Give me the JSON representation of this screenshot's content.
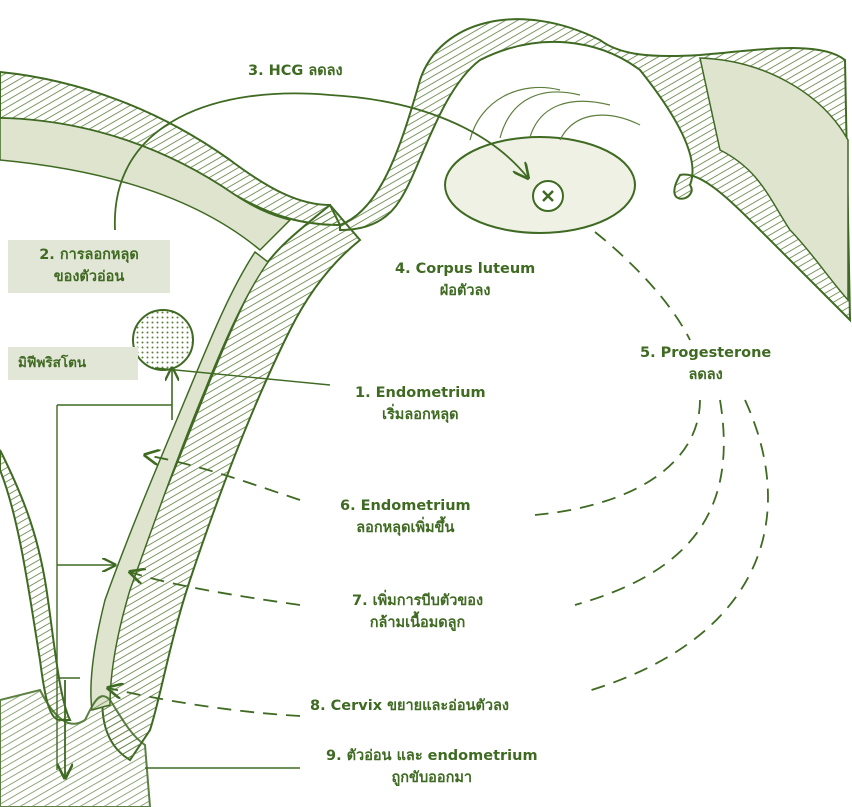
{
  "colors": {
    "ink": "#3f6a22",
    "tissue": "#dfe4cf",
    "hatch": "#5e7e3e",
    "label_box": "#e2e6d6"
  },
  "labels": {
    "l1": [
      "1. Endometrium",
      "เริ่มลอกหลุด"
    ],
    "l2": [
      "2. การลอกหลุด",
      "ของตัวอ่อน"
    ],
    "l2b": "มิฟีพริสโตน",
    "l3": [
      "3. HCG ลดลง"
    ],
    "l4": [
      "4. Corpus luteum",
      "ฝ่อตัวลง"
    ],
    "l5": [
      "5. Progesterone",
      "ลดลง"
    ],
    "l6": [
      "6. Endometrium",
      "ลอกหลุดเพิ่มขึ้น"
    ],
    "l7": [
      "7. เพิ่มการบีบตัวของ",
      "กล้ามเนื้อมดลูก"
    ],
    "l8": [
      "8. Cervix ขยายและอ่อนตัวลง"
    ],
    "l9": [
      "9. ตัวอ่อน และ endometrium",
      "ถูกขับออกมา"
    ]
  }
}
